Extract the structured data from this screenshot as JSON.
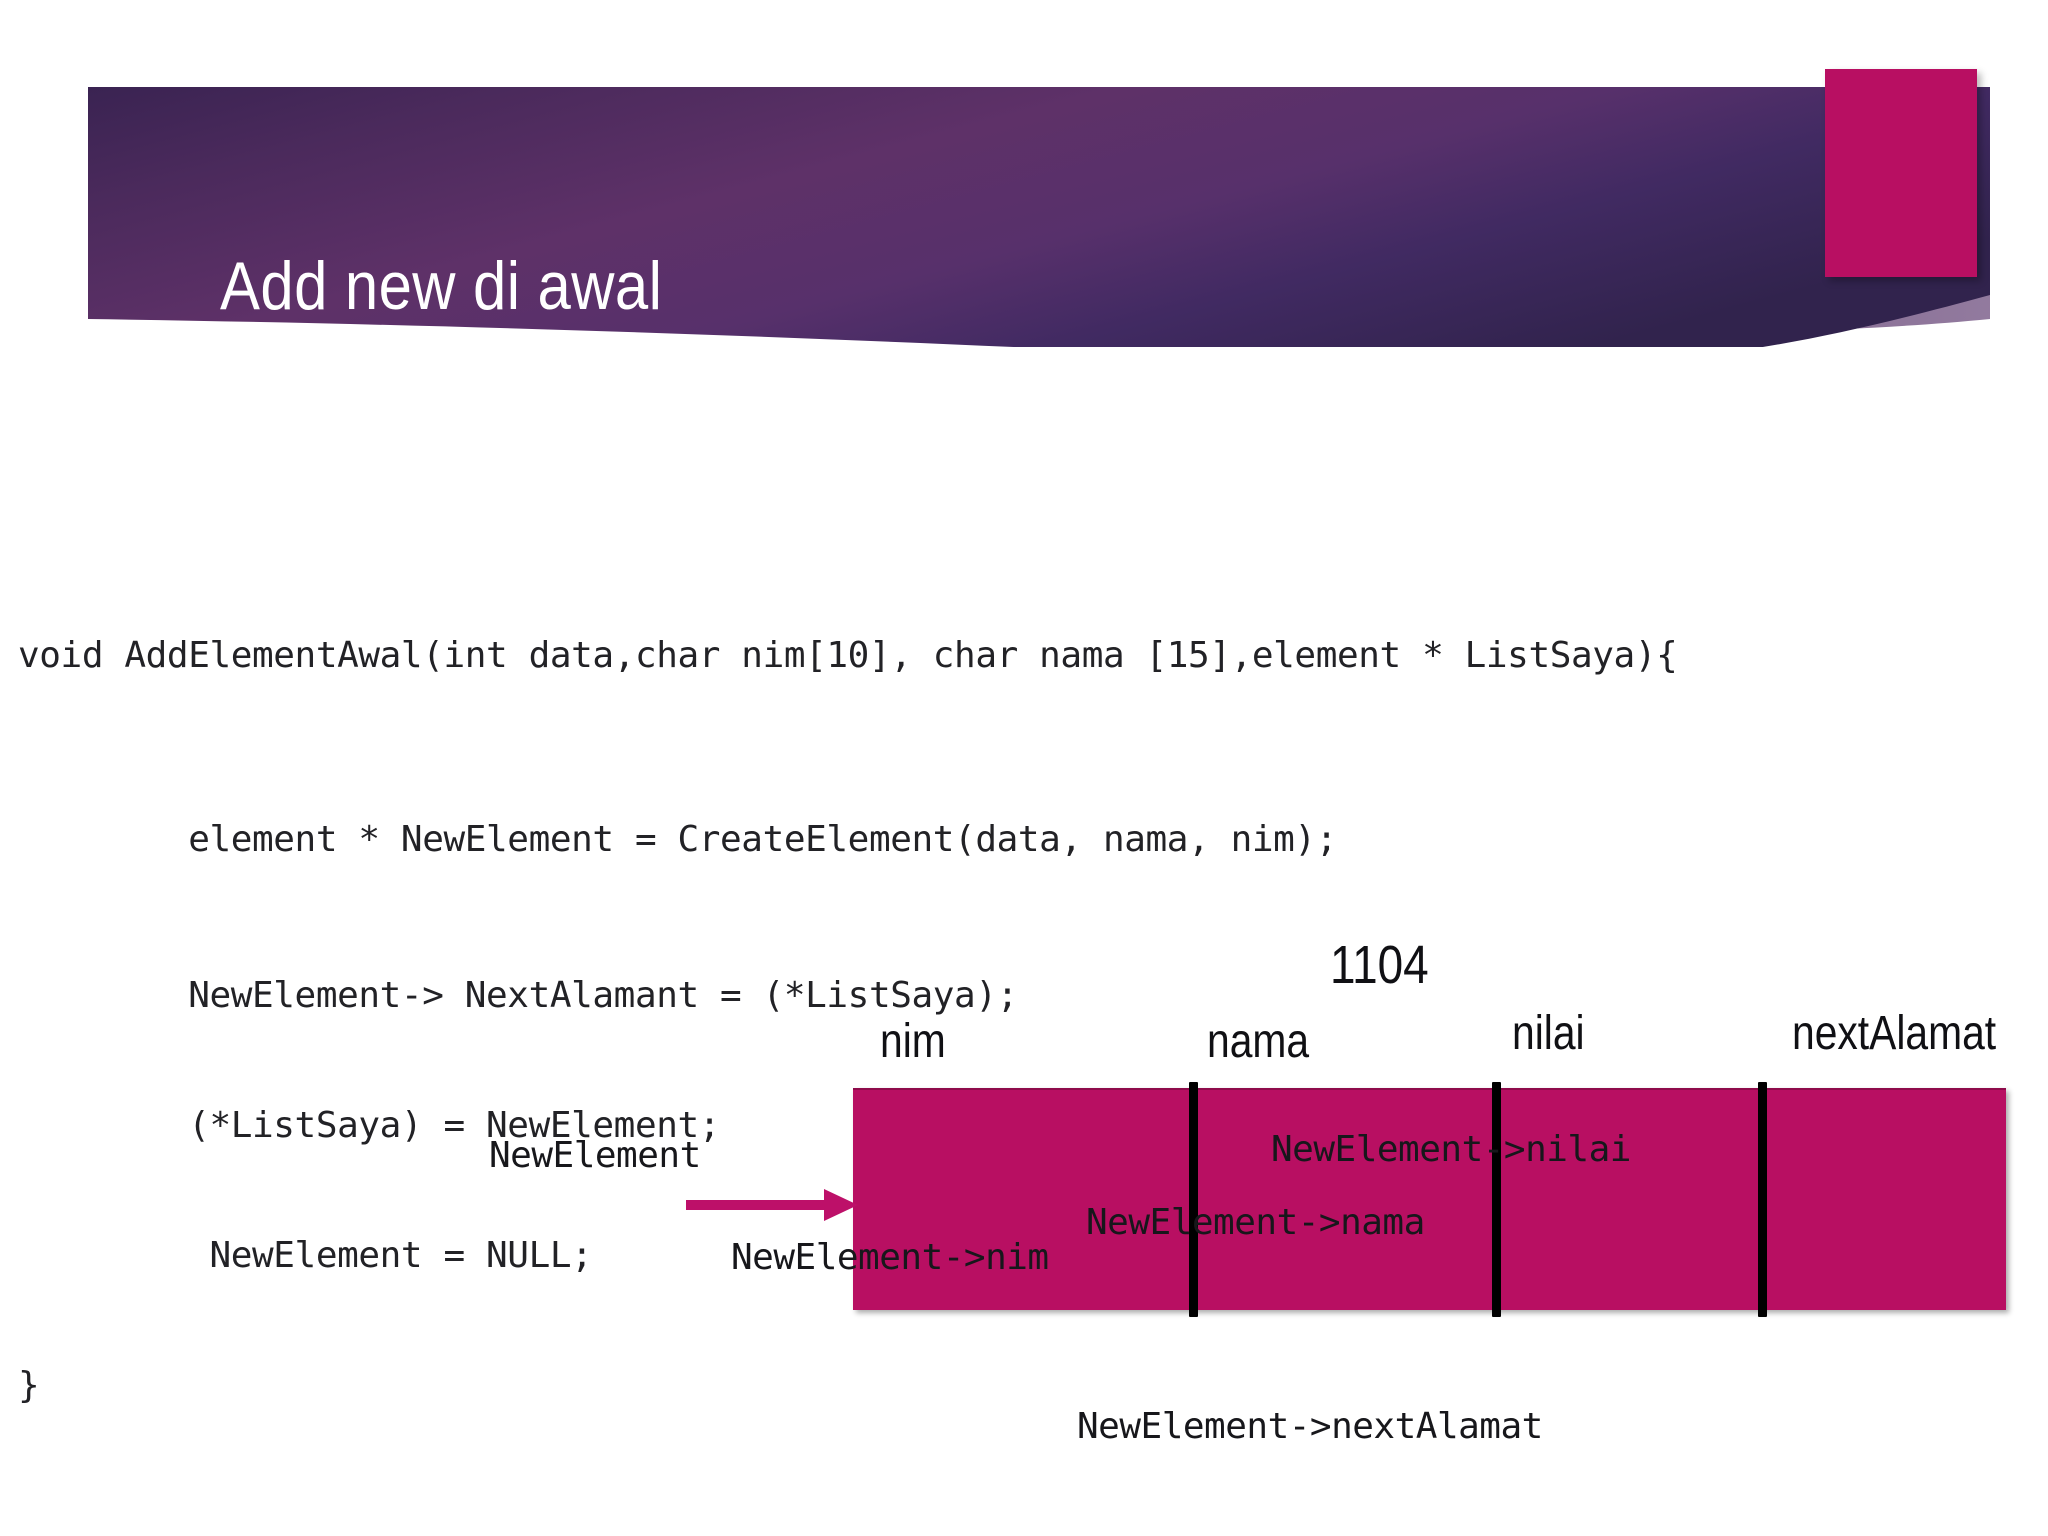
{
  "slide": {
    "title": "Add new di awal",
    "background": "#ffffff"
  },
  "theme": {
    "banner_dark": "#31234D",
    "banner_mid": "#5C2F63",
    "banner_light": "#7A5A84",
    "accent_magenta": "#B80F62",
    "node_fill": "#B80F62",
    "node_edge": "#8E0B4B",
    "text_dark": "#17171b"
  },
  "code": {
    "lines": [
      "void AddElementAwal(int data,char nim[10], char nama [15],element * ListSaya){",
      "        element * NewElement = CreateElement(data, nama, nim);",
      "        NewElement-> NextAlamant = (*ListSaya);",
      "        (*ListSaya) = NewElement;",
      "         NewElement = NULL;",
      "}"
    ],
    "line_0": "void AddElementAwal(int data,char nim[10], char nama [15],element * ListSaya){",
    "line_1": "        element * NewElement = CreateElement(data, nama, nim);",
    "line_2": "        NewElement-> NextAlamant = (*ListSaya);",
    "line_3": "        (*ListSaya) = NewElement;",
    "line_4": "         NewElement = NULL;",
    "line_5": "}"
  },
  "diagram": {
    "address_label": "1104",
    "columns": [
      {
        "key": "nim",
        "label": "nim"
      },
      {
        "key": "nama",
        "label": "nama"
      },
      {
        "key": "nilai",
        "label": "nilai"
      },
      {
        "key": "nextalamat",
        "label": "nextAlamat"
      }
    ],
    "col_nim": "nim",
    "col_nama": "nama",
    "col_nilai": "nilai",
    "col_nextalamat": "nextAlamat",
    "pointer_name": "NewElement",
    "field_pointers": {
      "nim": "NewElement->nim",
      "nama": "NewElement->nama",
      "nilai": "NewElement->nilai",
      "nextalamat": "NewElement->nextAlamat"
    },
    "arrow": "arrow-right"
  }
}
